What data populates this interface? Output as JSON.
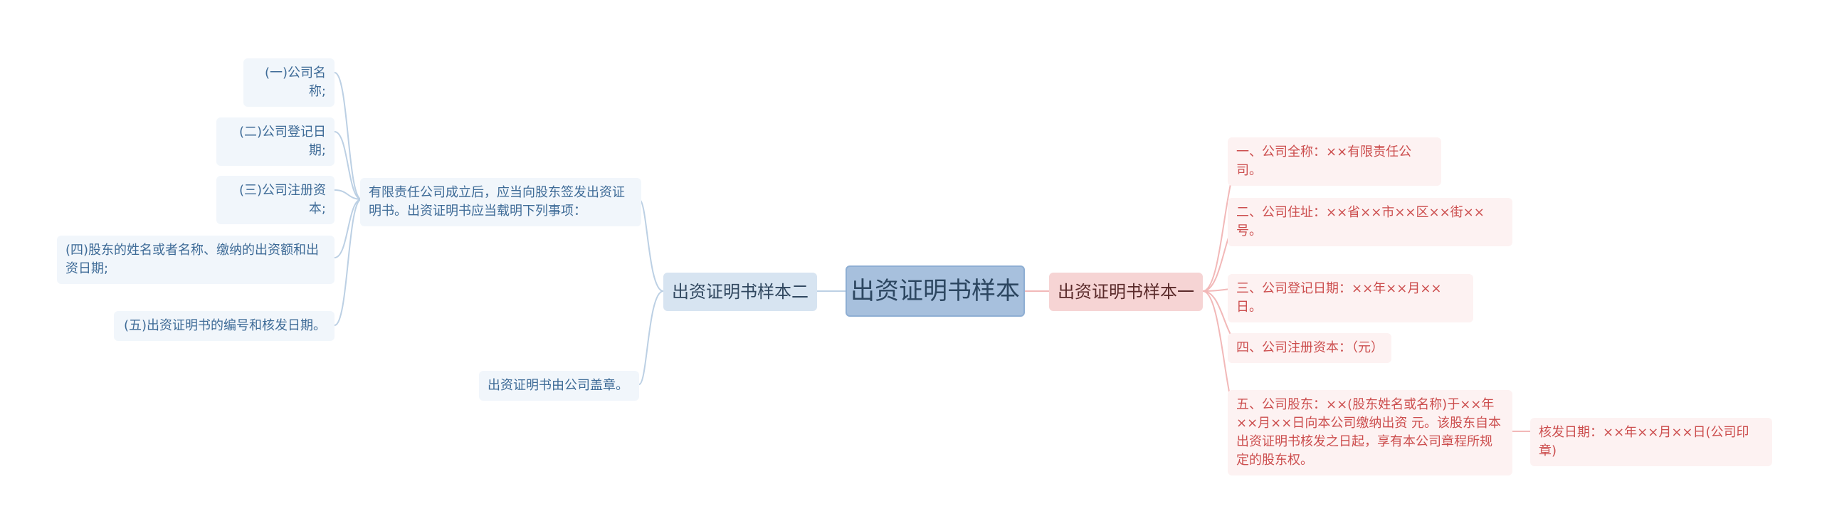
{
  "root": {
    "label": "出资证明书样本"
  },
  "branch_right": {
    "label": "出资证明书样本一",
    "items": [
      "一、公司全称：××有限责任公司。",
      "二、公司住址：××省××市××区××街××号。",
      "三、公司登记日期：××年××月××日。",
      "四、公司注册资本：（元）",
      "五、公司股东：××(股东姓名或名称)于××年××月××日向本公司缴纳出资 元。该股东自本出资证明书核发之日起，享有本公司章程所规定的股东权。"
    ],
    "sub_item": "核发日期：××年××月××日(公司印章)"
  },
  "branch_left": {
    "label": "出资证明书样本二",
    "item_1": "有限责任公司成立后，应当向股东签发出资证明书。出资证明书应当载明下列事项：",
    "item_1_children": [
      "(一)公司名称;",
      "(二)公司登记日期;",
      "(三)公司注册资本;",
      "(四)股东的姓名或者名称、缴纳的出资额和出资日期;",
      "(五)出资证明书的编号和核发日期。"
    ],
    "item_2": "出资证明书由公司盖章。"
  },
  "colors": {
    "root_fill": "#a7c0dd",
    "right_branch_fill": "#f6d4d4",
    "right_text": "#cc4e4e",
    "left_branch_fill": "#d7e4f1",
    "left_text": "#3e6b97",
    "right_link": "#f2b8b8",
    "left_link": "#bcd0e4"
  }
}
